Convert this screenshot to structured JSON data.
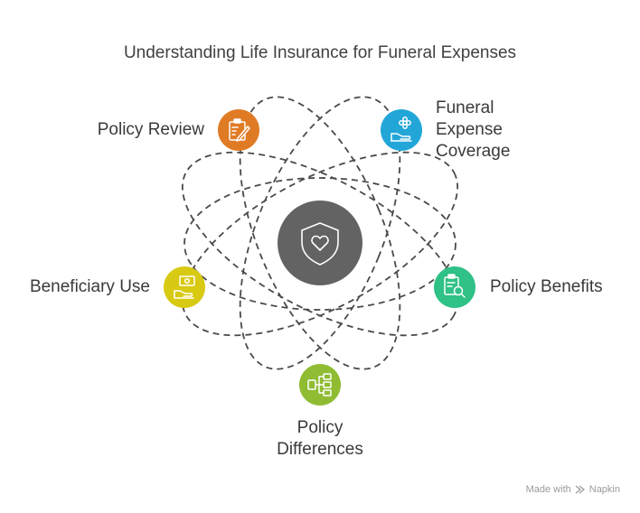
{
  "title": "Understanding Life Insurance for Funeral Expenses",
  "center": {
    "icon": "shield-heart-icon",
    "color": "#626262"
  },
  "nodes": [
    {
      "id": "policy-review",
      "lines": [
        "Policy Review"
      ],
      "icon": "clipboard-edit-icon",
      "color": "#e07b25"
    },
    {
      "id": "funeral-expense-coverage",
      "lines": [
        "Funeral",
        "Expense",
        "Coverage"
      ],
      "icon": "flower-hand-icon",
      "color": "#22a6d8"
    },
    {
      "id": "policy-benefits",
      "lines": [
        "Policy Benefits"
      ],
      "icon": "document-search-icon",
      "color": "#2fc186"
    },
    {
      "id": "policy-differences",
      "lines": [
        "Policy",
        "Differences"
      ],
      "icon": "hierarchy-icon",
      "color": "#8fbc32"
    },
    {
      "id": "beneficiary-use",
      "lines": [
        "Beneficiary Use"
      ],
      "icon": "money-hand-icon",
      "color": "#d8c913"
    }
  ],
  "footer": {
    "prefix": "Made with",
    "brand": "Napkin",
    "icon": "napkin-logo-icon"
  }
}
